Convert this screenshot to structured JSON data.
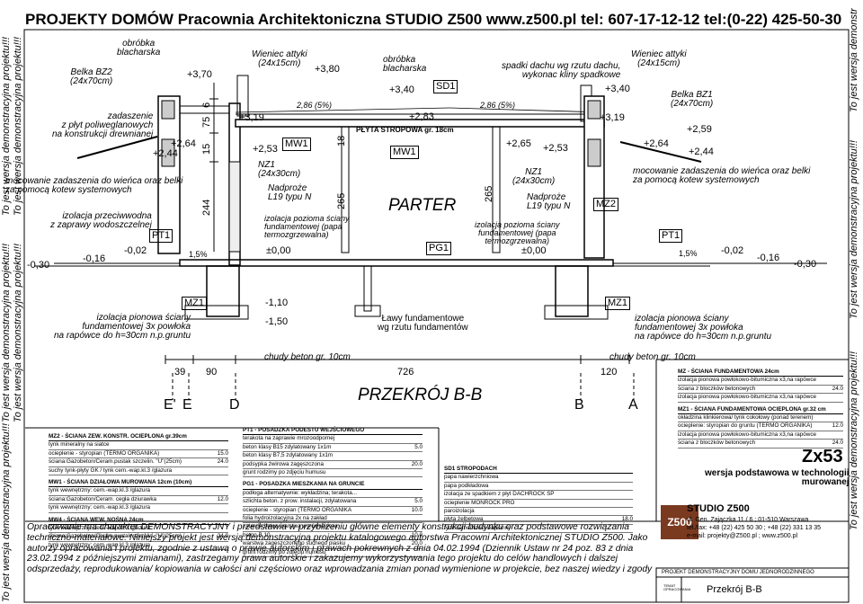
{
  "header": "PROJEKTY DOMÓW Pracownia Architektoniczna STUDIO Z500   www.z500.pl   tel: 607-17-12-12  tel:(0-22) 425-50-30",
  "watermark": "To jest wersja demonstracyjna projektu!!!",
  "watermark_right": "To jest wersja demonstr",
  "section_title": "PRZEKRÓJ B-B",
  "room_label": "PARTER",
  "labels": {
    "belka_bz2": "Belka BZ2\n(24x70cm)",
    "obrobka_l": "obróbka\nblacharska",
    "wieniec_l": "Wieniec attyki\n(24x15cm)",
    "obrobka_c": "obróbka\nblacharska",
    "spadki": "spadki dachu wg rzutu dachu,\nwykonac kliny spadkowe",
    "wieniec_r": "Wieniec attyki\n(24x15cm)",
    "belka_bz1": "Belka BZ1\n(24x70cm)",
    "zadaszenie": "zadaszenie\nz płyt poliweglanowych\nna konstrukcji drewnianej",
    "mocowanie_l": "mocowanie zadaszenia do wieńca oraz belki\nza pomocą kotew systemowych",
    "mocowanie_r": "mocowanie zadaszenia do wieńca oraz belki\nza pomocą kotew systemowych",
    "izol_przeciw": "izolacja przeciwwodna\nz zaprawy wodoszczelnej",
    "izol_pion_l": "izolacja pionowa ściany\nfundamentowej 3x powłoka\nna rapówce do h=30cm n.p.gruntu",
    "izol_pion_r": "izolacja pionowa ściany\nfundamentowej 3x powłoka\nna rapówce do h=30cm n.p.gruntu",
    "nz1_l": "NZ1\n(24x30cm)",
    "nadproze_l": "Nadproże\nL19 typu N",
    "izol_poz_l": "izolacja pozioma ściany\nfundamentowej (papa\ntermozgrzewalna)",
    "nz1_r": "NZ1\n(24x30cm)",
    "nadproze_r": "Nadproże\nL19 typu N",
    "izol_poz_r": "izolacja pozioma ściany\nfundamentowej (papa\ntermozgrzewalna)",
    "plyta": "PŁYTA STROPOWA gr. 18cm",
    "lawy": "Ławy fundamentowe\nwg rzutu fundamentów",
    "chudy_l": "chudy beton gr. 10cm",
    "chudy_r": "chudy beton gr. 10cm"
  },
  "levels": {
    "p370": "+3,70",
    "p380": "+3,80",
    "p340a": "+3,40",
    "p340b": "+3,40",
    "p319a": "+3,19",
    "p319b": "+3,19",
    "p283": "+2,83",
    "p264a": "+2,64",
    "p264b": "+2,64",
    "p244a": "+2,44",
    "p244b": "+2,44",
    "p253a": "+2,53",
    "p253b": "+2,53",
    "p265": "+2,65",
    "p259": "+2,59",
    "z0a": "±0,00",
    "z0b": "±0,00",
    "m002a": "-0,02",
    "m002b": "-0,02",
    "m016a": "-0,16",
    "m016b": "-0,16",
    "m030a": "-0,30",
    "m030b": "-0,30",
    "m110": "-1,10",
    "m150": "-1,50",
    "slope1": "2,86 (5%)",
    "slope2": "2,86 (5%)",
    "pct1": "1,5%",
    "pct2": "1,5%"
  },
  "tags": {
    "pt1a": "PT1",
    "pt1b": "PT1",
    "mz1a": "MZ1",
    "mz1b": "MZ1",
    "mz2": "MZ2",
    "mw1a": "MW1",
    "mw1b": "MW1",
    "pg1": "PG1",
    "sd1": "SD1"
  },
  "dims": {
    "d6": "6",
    "d75": "75",
    "d15": "15",
    "d244": "244",
    "d18": "18",
    "d265a": "265",
    "d265b": "265",
    "d39": "39",
    "d90": "90",
    "d726": "726",
    "d120": "120"
  },
  "axes": {
    "ep": "E'",
    "e": "E",
    "d": "D",
    "b": "B",
    "a": "A"
  },
  "tables": {
    "left": [
      {
        "title": "MZ2 - ŚCIANA ZEW. KONSTR. OCIEPLONA gr.39cm",
        "rows": [
          [
            "tynk mineralny na siatce",
            ""
          ],
          [
            "ocieplenie - styropian (TERMO ORGANIKA)",
            "15.0"
          ],
          [
            "ściana:Gazobeton/Ceram.pustak szczelin. \"U\"(25cm)",
            "24.0"
          ],
          [
            "suchy tynk-płyty GK / tynk cem.-wap.kl.3 /glazura",
            ""
          ]
        ]
      },
      {
        "title": "MW1 - ŚCIANA DZIAŁOWA MUROWANA 12cm (10cm)",
        "rows": [
          [
            "tynk wewnętrzny: cem.-wap.kl.3 /glazura",
            ""
          ],
          [
            "ściana:Gazobeton/Ceram. cegła dziurawka",
            "12.0"
          ],
          [
            "tynk wewnętrzny: cem.-wap.kl.3 /glazura",
            ""
          ]
        ]
      },
      {
        "title": "MW4 - ŚCIANA WEW. NOŚNA 24cm",
        "rows": [
          [
            "tynk wewnętrzny: cem.-wap.kl.3 /glazura",
            ""
          ],
          [
            "ściana:Gazobeton/Ceram.pustak szczelin. \"U\"(25cm)",
            "24.0"
          ],
          [
            "tynk wewnętrzny: cem.-wap.kl.3 /glazura",
            ""
          ]
        ]
      }
    ],
    "middle": [
      {
        "title": "PT1 - POSADZKA PODESTU WEJŚCIOWEGO",
        "rows": [
          [
            "terakota na zaprawie mrozoodpornej",
            ""
          ],
          [
            "beton klasy B15 zdylatowany 1x1m",
            "5.0"
          ],
          [
            "beton klasy B7,5 zdylatowany 1x1m",
            ""
          ],
          [
            "podsypka żwirowa zagęszczona",
            "20.0"
          ],
          [
            "grunt rodzimy po zdjęciu humusu",
            ""
          ]
        ]
      },
      {
        "title": "PG1 - POSADZKA MIESZKANIA NA GRUNCIE",
        "rows": [
          [
            "podłoga alternatywnie: wykładzina; terakota...",
            ""
          ],
          [
            "szlichta beton. z prow. instalacji, zdylatowana",
            "5.0"
          ],
          [
            "ocieplenie - styropian (TERMO ORGANIKA",
            "10.0"
          ],
          [
            "folia hydroizolacyjna 2x na zakład",
            ""
          ],
          [
            "zatarcie beton-warstwa wyrównawcza",
            ""
          ],
          [
            "beton B 10",
            "10.0"
          ],
          [
            "warstwa zagęszczonego suchego piasku",
            "20.0"
          ],
          [
            "grunt rodzimy po zdjęciu humusu",
            ""
          ]
        ]
      }
    ],
    "sd1": {
      "title": "SD1 STROPODACH",
      "rows": [
        [
          "papa nawierzchniowa",
          ""
        ],
        [
          "papa podkładowa",
          ""
        ],
        [
          "izolacja ze spadkiem z płyt DACHROCK SP",
          ""
        ],
        [
          "ocieplenie MONROCK PRO",
          ""
        ],
        [
          "paroizolacja",
          ""
        ],
        [
          "płyta żelbetowa",
          "18.0"
        ],
        [
          "tynk cementowo-wapienny",
          ""
        ]
      ]
    },
    "right": [
      {
        "title": "MZ - ŚCIANA FUNDAMENTOWA 24cm",
        "rows": [
          [
            "izolacja pionowa powłokowo-bitumiczna x3,na rapówce",
            ""
          ],
          [
            "ściana z bloczków betonowych",
            "24.0"
          ],
          [
            "izolacja pionowa powłokowo-bitumiczna x3,na rapówce",
            ""
          ]
        ]
      },
      {
        "title": "MZ1 - ŚCIANA FUNDAMENTOWA OCIEPLONA gr.32 cm",
        "rows": [
          [
            "okładzina klinkierowa/ tynk cokołowy (ponad terenem)",
            ""
          ],
          [
            "ocieplenie: styropian do gruntu (TERMO ORGANIKA)",
            "12.0"
          ],
          [
            "izolacja pionowa powłokowo-bitumiczna x3,na rapówce",
            ""
          ],
          [
            "ściana z bloczków betonowych",
            "24.0"
          ]
        ]
      }
    ]
  },
  "titleblock": {
    "code": "Zx53",
    "desc": "wersja podstawowa w technologii\nmurowanej",
    "studio": "STUDIO Z500",
    "addr": "ul. Gen. Zajączka 11 / 6 ; 01-510 Warszawa\ntel./fax: +48 (22) 425 50 30 ; +48 (22) 331 13 35\ne-mail: projekty@Z500.pl ; www.z500.pl",
    "logo": "Z500",
    "project": "PROJEKT DEMONSTRACYJNY DOMU JEDNORODZINNEGO",
    "small": "TEMAT\nOPRACOWANIA",
    "sheet": "Przekrój B-B"
  },
  "disclaimer": "Opracowanie ma charakter DEMONSTRACYJNY i przedstawia w przybliżeniu główne elementy konstrukcji budynku oraz podstawowe rozwiązania techniczno-materiałowe. Niniejszy projekt jest wersją demonstracyjną projektu katalogowego autorstwa Pracowni Architektonicznej STUDIO Z500. Jako autorzy opracowania i projektu, zgodnie z ustawą o prawie autorskim i prawach pokrewnych z dnia 04.02.1994 (Dziennik Ustaw nr 24 poz. 83 z dnia 23.02.1994 z późniejszymi zmianami), zastrzegamy prawa autorskie i zakazujemy wykorzystywania tego projektu do celów handlowych i dalszej odsprzedaży, reprodukowania/ kopiowania w całości ani częściowo oraz wprowadzania zmian ponad wymienione w projekcie, bez naszej wiedzy i zgody"
}
